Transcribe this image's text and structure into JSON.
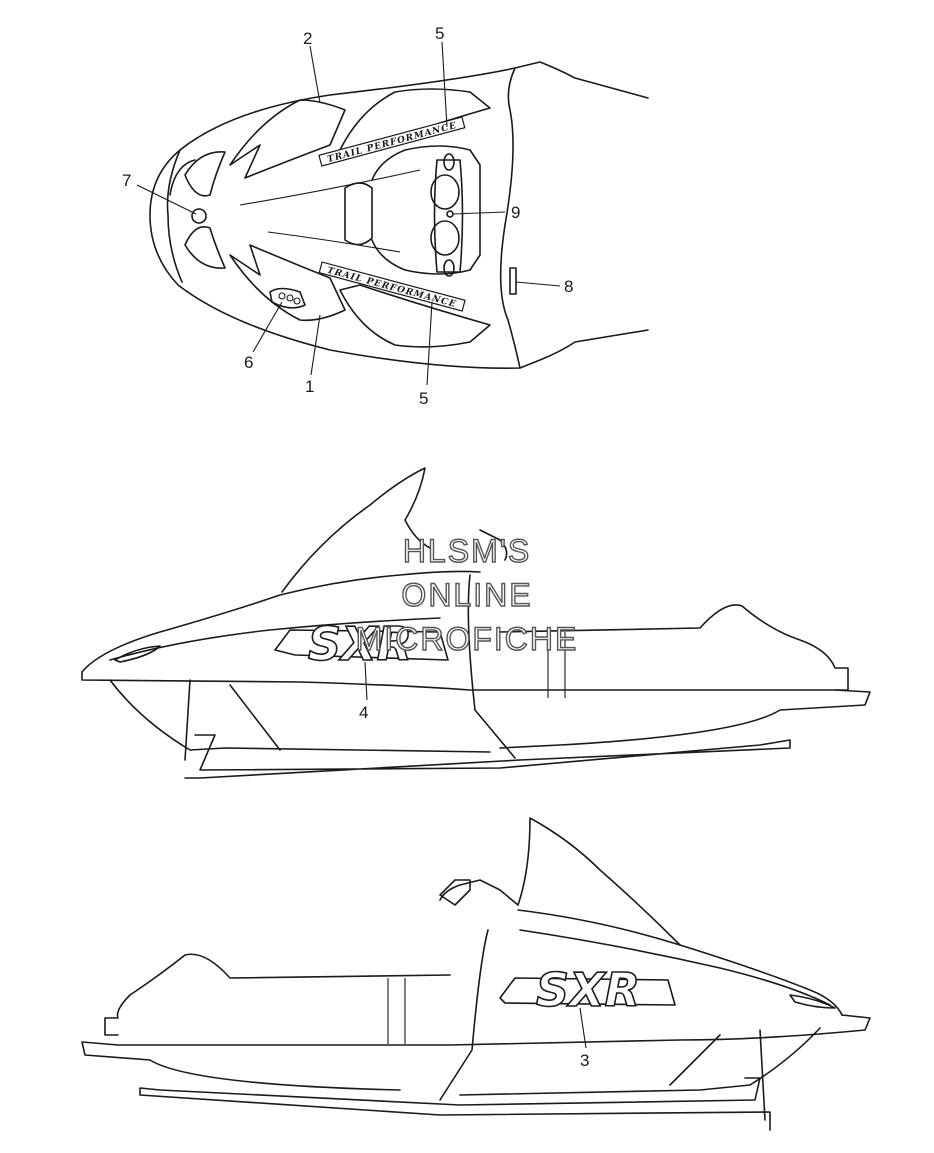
{
  "callouts": {
    "c1": "1",
    "c2": "2",
    "c5a": "5",
    "c5b": "5",
    "c6": "6",
    "c7": "7",
    "c8": "8",
    "c9": "9",
    "c4": "4",
    "c3": "3"
  },
  "decals": {
    "upper_stripe": "TRAIL PERFORMANCE",
    "lower_stripe": "TRAIL PERFORMANCE",
    "sxr_left": "SXR",
    "sxr_right": "SXR"
  },
  "watermark": {
    "line1": "HLSM'S",
    "line2": "ONLINE",
    "line3": "MICROFICHE"
  }
}
